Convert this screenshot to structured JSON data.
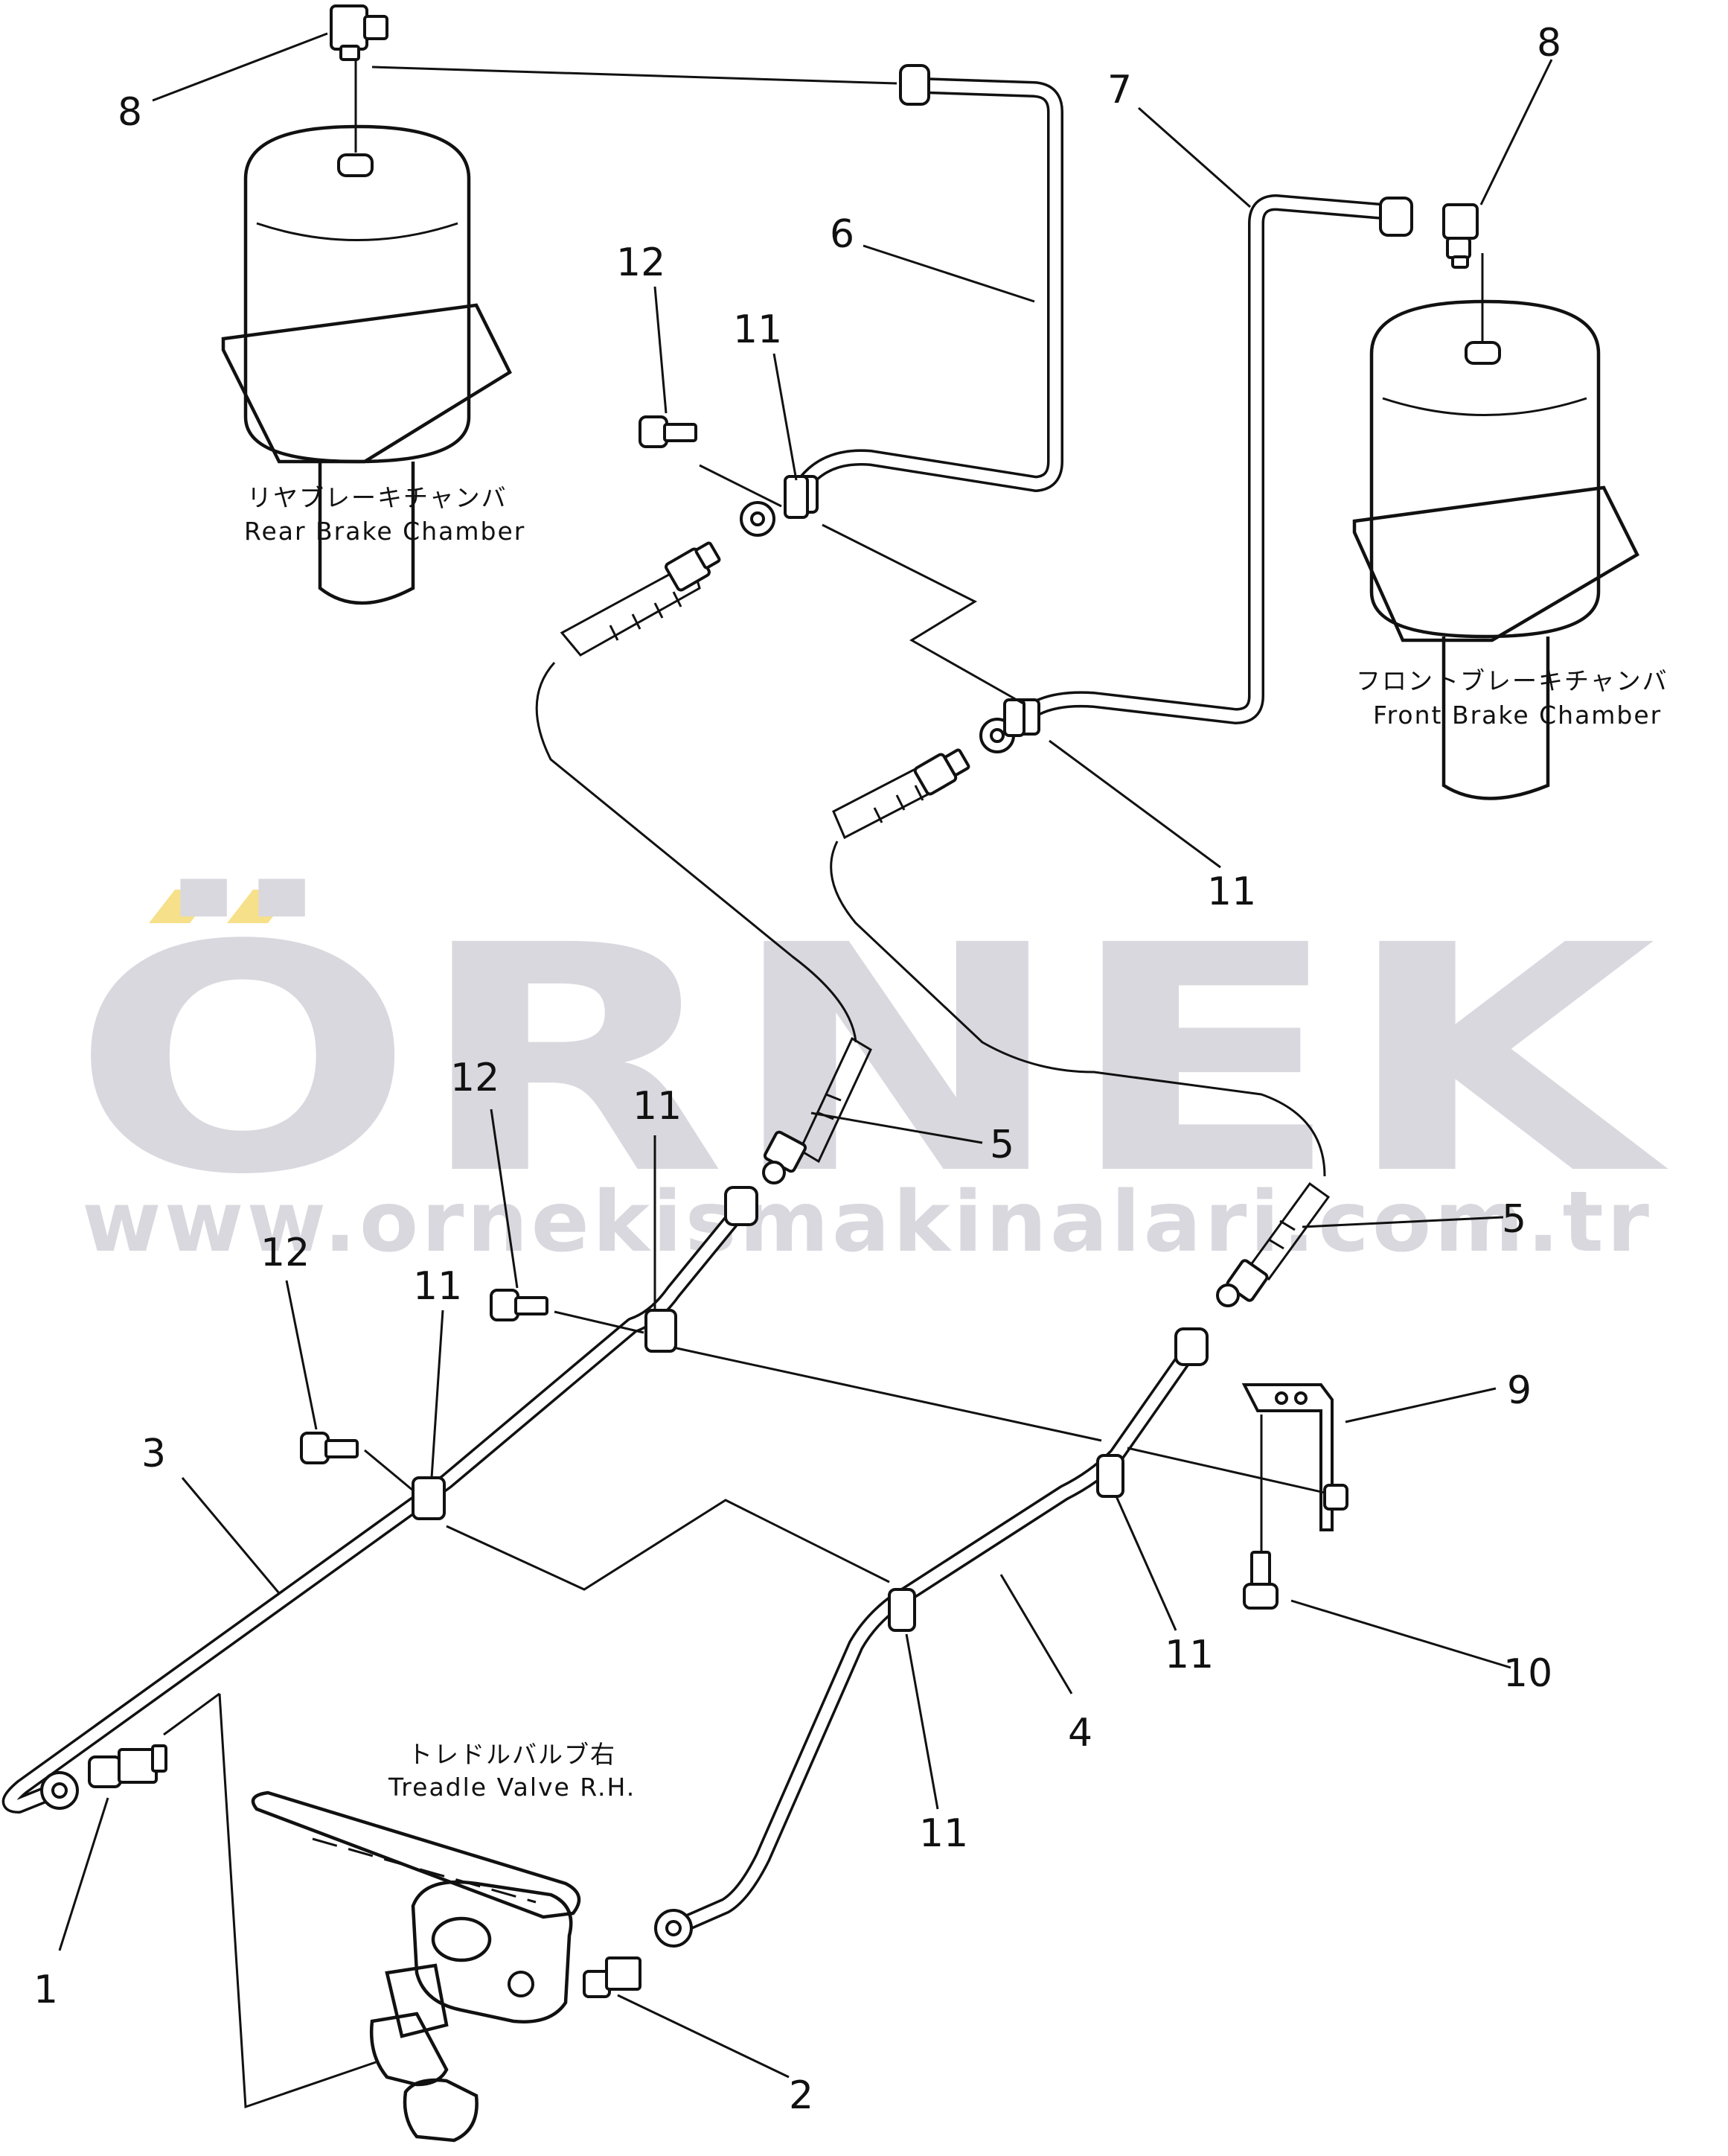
{
  "watermark": {
    "brand": "ÖRNEK",
    "url": "www.ornekismakinalari.com.tr",
    "accent_color": "#f6e08a",
    "text_color": "#d9d8de"
  },
  "labels": {
    "rear_brake_chamber_jp": "リヤブレーキチャンバ",
    "rear_brake_chamber_en": "Rear Brake Chamber",
    "front_brake_chamber_jp": "フロントブレーキチャンバ",
    "front_brake_chamber_en": "Front Brake Chamber",
    "treadle_valve_jp": "トレドルバルブ右",
    "treadle_valve_en": "Treadle Valve R.H."
  },
  "callouts": {
    "c1": "1",
    "c2": "2",
    "c3": "3",
    "c4": "4",
    "c5a": "5",
    "c5b": "5",
    "c6": "6",
    "c7": "7",
    "c8a": "8",
    "c8b": "8",
    "c9": "9",
    "c10": "10",
    "c11a": "11",
    "c11b": "11",
    "c11c": "11",
    "c11d": "11",
    "c11e": "11",
    "c11f": "11",
    "c12a": "12",
    "c12b": "12",
    "c12c": "12"
  }
}
